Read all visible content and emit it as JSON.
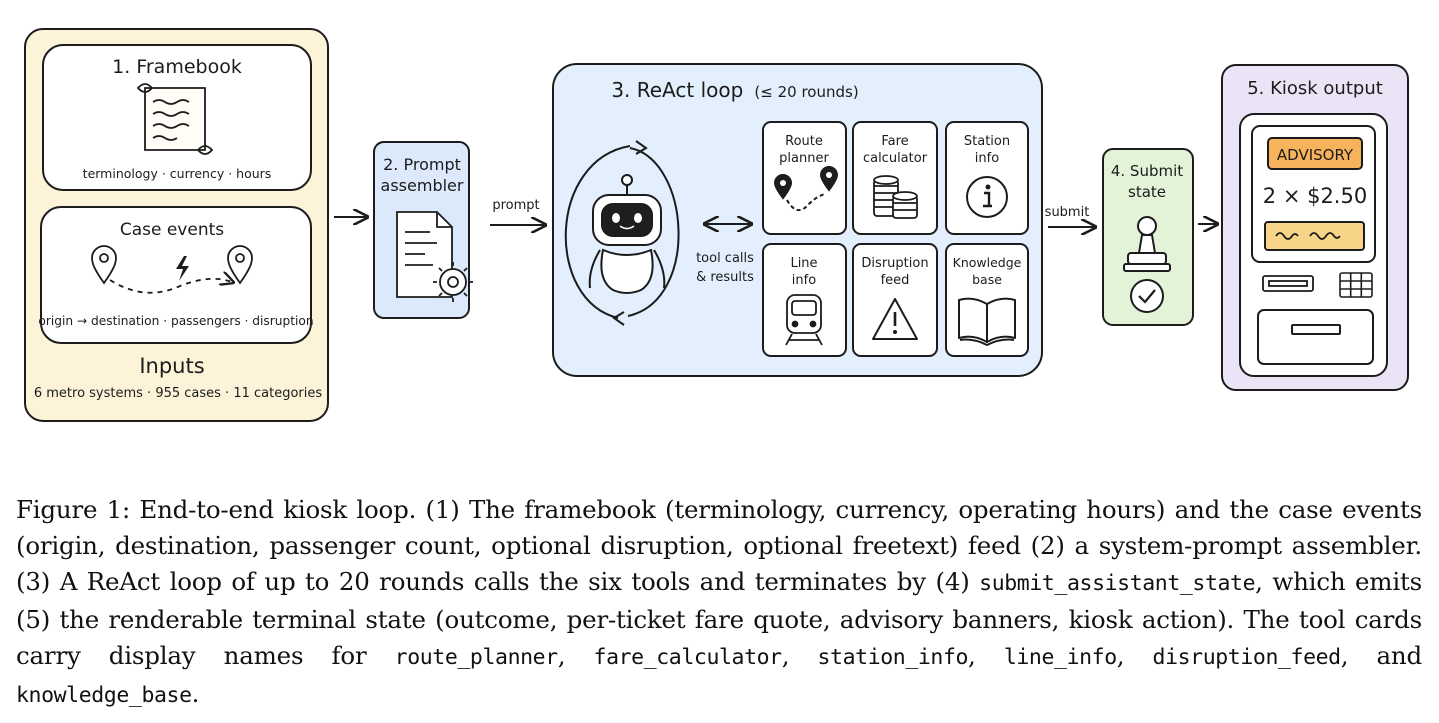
{
  "colors": {
    "inputs_fill": "#fcf3d8",
    "assembler_fill": "#dbe9fb",
    "react_fill": "#e3effc",
    "submit_fill": "#e3f3d8",
    "kiosk_fill": "#ebe4f6",
    "advisory": "#f6b35c",
    "banner": "#f7d487",
    "stroke": "#1c1c1c"
  },
  "inputs": {
    "framebook_title": "1. Framebook",
    "framebook_caption": "terminology · currency · hours",
    "case_title": "Case events",
    "case_caption": "origin → destination · passengers · disruption",
    "title": "Inputs",
    "caption": "6 metro systems · 955 cases · 11 categories"
  },
  "assembler": {
    "line1": "2. Prompt",
    "line2": "assembler"
  },
  "arrows": {
    "prompt": "prompt",
    "tools_line1": "tool calls",
    "tools_line2": "& results",
    "submit": "submit"
  },
  "react": {
    "title": "3. ReAct loop",
    "subtitle": "(≤ 20 rounds)",
    "tools": [
      {
        "line1": "Route",
        "line2": "planner",
        "icon": "map-pin-route-icon"
      },
      {
        "line1": "Fare",
        "line2": "calculator",
        "icon": "coins-icon"
      },
      {
        "line1": "Station",
        "line2": "info",
        "icon": "info-icon"
      },
      {
        "line1": "Line",
        "line2": "info",
        "icon": "train-icon"
      },
      {
        "line1": "Disruption",
        "line2": "feed",
        "icon": "warning-icon"
      },
      {
        "line1": "Knowledge",
        "line2": "base",
        "icon": "book-icon"
      }
    ]
  },
  "submit": {
    "line1": "4. Submit",
    "line2": "state"
  },
  "kiosk": {
    "title": "5. Kiosk output",
    "badge": "ADVISORY",
    "fare": "2 × $2.50"
  },
  "caption": {
    "p1": "Figure 1:  End-to-end kiosk loop.  (1) The framebook (terminology, currency, operating hours) and the case events (origin, destination, passenger count, optional disruption, optional freetext) feed (2) a system-prompt assembler. (3) A ReAct loop of up to 20 rounds calls the six tools and terminates by (4) ",
    "c1": "submit_assistant_state",
    "p2": ", which emits (5) the renderable terminal state (outcome, per-ticket fare quote, advisory banners, kiosk action). The tool cards carry display names for ",
    "c2": "route_planner",
    "s1": ", ",
    "c3": "fare_calculator",
    "s2": ", ",
    "c4": "station_info",
    "s3": ", ",
    "c5": "line_info",
    "s4": ", ",
    "c6": "disruption_feed",
    "s5": ", and ",
    "c7": "knowledge_base",
    "s6": "."
  }
}
